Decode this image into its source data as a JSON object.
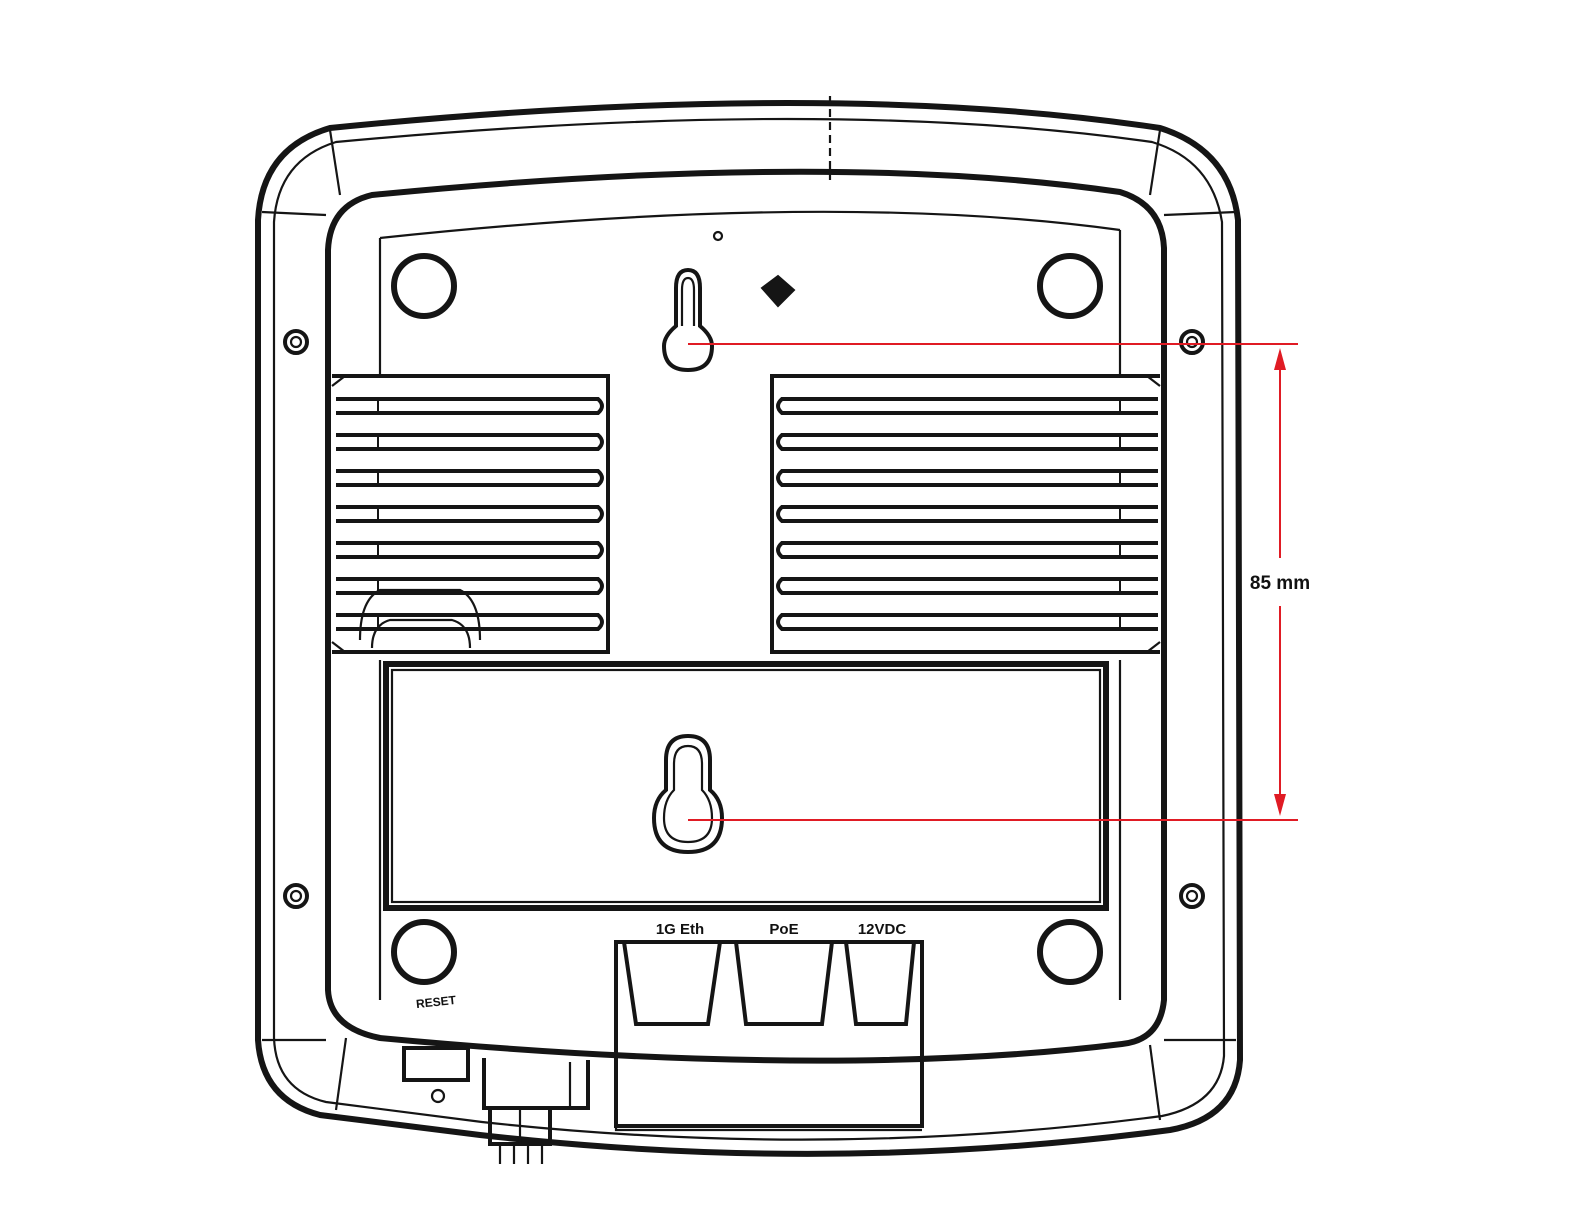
{
  "labels": {
    "port_1g": "1G Eth",
    "port_poe": "PoE",
    "port_dc": "12VDC",
    "reset": "RESET"
  },
  "dimension": {
    "text": "85 mm",
    "value_mm": 85
  },
  "colors": {
    "outline": "#151515",
    "dimension": "#e01b24",
    "background": "#ffffff"
  },
  "icons": {
    "screw": "screw-icon",
    "keyhole": "keyhole-slot-icon",
    "rubber_foot": "rubber-foot-icon"
  }
}
